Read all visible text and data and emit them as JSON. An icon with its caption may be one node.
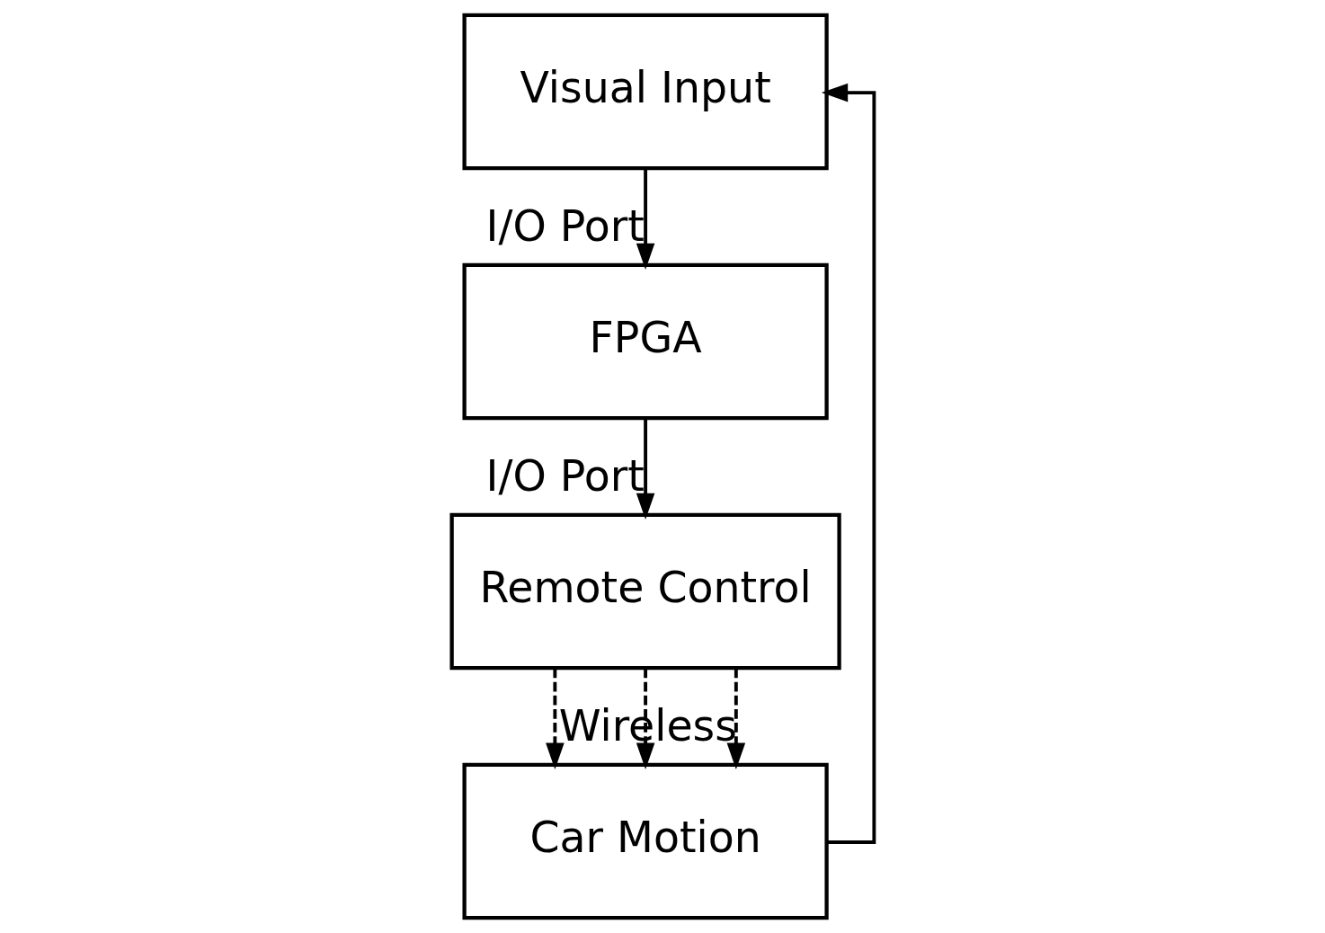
{
  "diagram": {
    "nodes": [
      {
        "text": [
          "Visual Input"
        ]
      },
      {
        "text": [
          "FPGA"
        ]
      },
      {
        "text": [
          "Remote Control"
        ]
      },
      {
        "text": [
          "Car Motion"
        ]
      }
    ],
    "edges": [
      {
        "from": 0,
        "to": 1,
        "arrow": "to",
        "label": "I/O Port"
      },
      {
        "from": 1,
        "to": 2,
        "arrow": "to",
        "label": "I/O Port"
      },
      {
        "from": 2,
        "to": 3,
        "arrow": "to",
        "style": "dashed"
      },
      {
        "from": 2,
        "to": 3,
        "arrow": "to",
        "style": "dashed"
      },
      {
        "from": 2,
        "to": 3,
        "arrow": "to",
        "style": "dashed",
        "label": "Wireless"
      },
      {
        "from": 3,
        "to": 0,
        "arrow": "to"
      }
    ]
  }
}
